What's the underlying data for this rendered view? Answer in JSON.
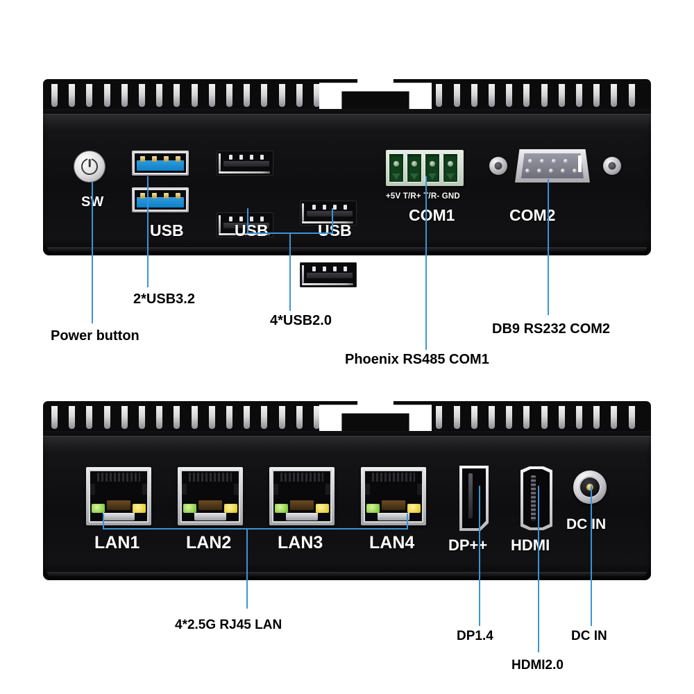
{
  "diagram": {
    "title": "Mini PC I/O port layout",
    "accent_color": "#3b95d6",
    "chassis_color": "#0e0e10",
    "label_color": "#000000"
  },
  "top_panel": {
    "name": "front-io-panel",
    "silk_labels": {
      "power_switch": "SW",
      "usb3": "USB",
      "usb2_left": "USB",
      "usb2_right": "USB",
      "com1_pinout": "+5V T/R+ T/R- GND",
      "com1": "COM1",
      "com2": "COM2"
    },
    "callouts": [
      {
        "id": "power-button",
        "label": "Power button"
      },
      {
        "id": "usb32",
        "label": "2*USB3.2"
      },
      {
        "id": "usb20",
        "label": "4*USB2.0"
      },
      {
        "id": "rs485",
        "label": "Phoenix RS485 COM1"
      },
      {
        "id": "rs232",
        "label": "DB9 RS232 COM2"
      }
    ],
    "ports": {
      "power_button_count": 1,
      "usb32_count": 2,
      "usb20_count": 4,
      "phoenix_terminal_positions": 4,
      "db9_pin_count": 9
    }
  },
  "bottom_panel": {
    "name": "rear-io-panel",
    "silk_labels": {
      "lan1": "LAN1",
      "lan2": "LAN2",
      "lan3": "LAN3",
      "lan4": "LAN4",
      "dp": "DP++",
      "hdmi": "HDMI",
      "dc": "DC IN"
    },
    "callouts": [
      {
        "id": "lan",
        "label": "4*2.5G RJ45 LAN"
      },
      {
        "id": "dp",
        "label": "DP1.4"
      },
      {
        "id": "hdmi",
        "label": "HDMI2.0"
      },
      {
        "id": "dc",
        "label": "DC IN"
      }
    ],
    "ports": {
      "rj45_count": 4,
      "displayport_count": 1,
      "hdmi_count": 1,
      "dc_jack_count": 1,
      "led_colors": [
        "#6fbf2f",
        "#ddc41a"
      ]
    }
  }
}
